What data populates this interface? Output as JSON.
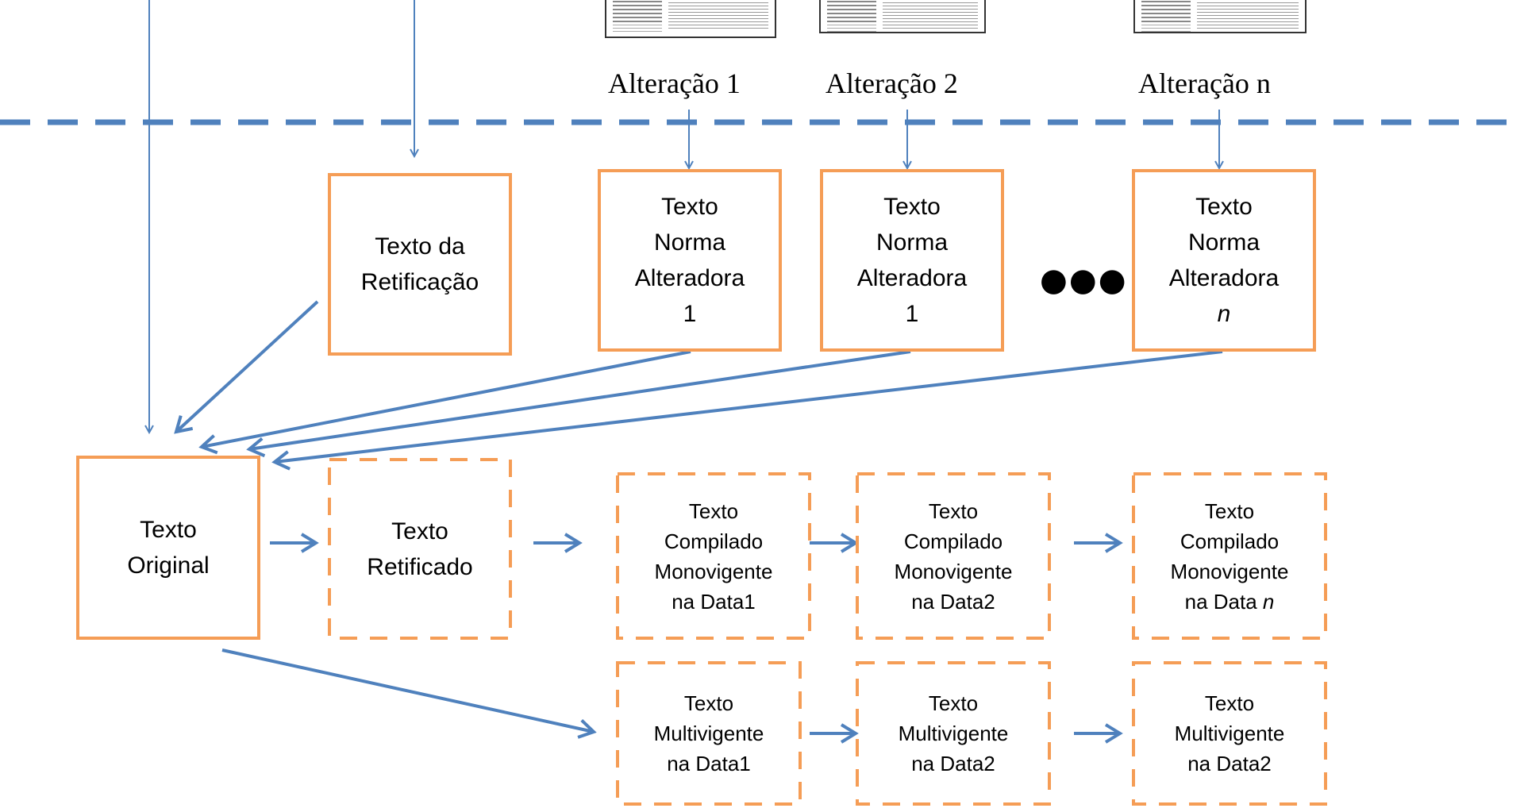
{
  "colors": {
    "arrow": "#4f81bd",
    "box_border": "#f59d56",
    "separator": "#4f81bd"
  },
  "amendments": {
    "a1": "Alteração 1",
    "a2": "Alteração 2",
    "an": "Alteração n"
  },
  "ellipsis": "●●●",
  "boxes": {
    "retificacao": {
      "l1": "Texto da",
      "l2": "Retificação"
    },
    "alt1": {
      "l1": "Texto",
      "l2": "Norma",
      "l3": "Alteradora",
      "l4": "1"
    },
    "alt2": {
      "l1": "Texto",
      "l2": "Norma",
      "l3": "Alteradora",
      "l4": "1"
    },
    "altn": {
      "l1": "Texto",
      "l2": "Norma",
      "l3": "Alteradora",
      "l4": "n"
    },
    "original": {
      "l1": "Texto",
      "l2": "Original"
    },
    "retificado": {
      "l1": "Texto",
      "l2": "Retificado"
    },
    "comp1": {
      "l1": "Texto",
      "l2": "Compilado",
      "l3": "Monovigente",
      "l4": "na Data1"
    },
    "comp2": {
      "l1": "Texto",
      "l2": "Compilado",
      "l3": "Monovigente",
      "l4": "na Data2"
    },
    "compn": {
      "l1": "Texto",
      "l2": "Compilado",
      "l3": "Monovigente",
      "l4a": "na Data ",
      "l4b": "n"
    },
    "multi1": {
      "l1": "Texto",
      "l2": "Multivigente",
      "l3": "na Data1"
    },
    "multi2": {
      "l1": "Texto",
      "l2": "Multivigente",
      "l3": "na Data2"
    },
    "multin": {
      "l1": "Texto",
      "l2": "Multivigente",
      "l3": "na Data2"
    }
  }
}
